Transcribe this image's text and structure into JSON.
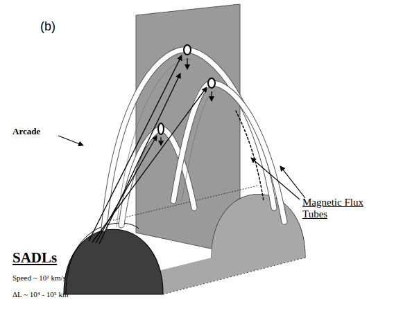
{
  "diagram": {
    "labels": [
      "(b)",
      "Arcade",
      "Magnetic Flux Tubes",
      "SADLs",
      "Speed ~ 10² km/s",
      "ΔL ~ 10⁴ - 10⁵ km"
    ]
  }
}
